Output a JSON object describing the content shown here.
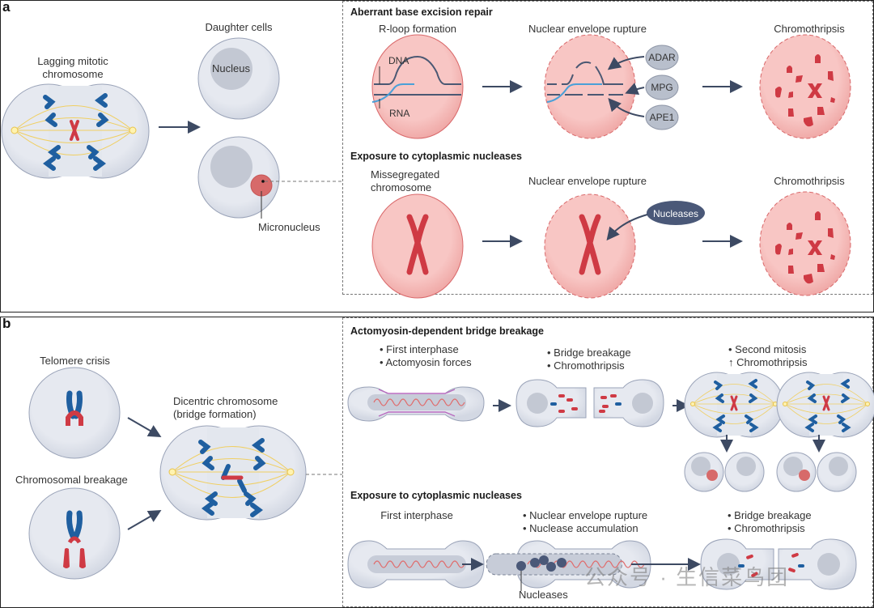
{
  "panel_a": {
    "label": "a",
    "left": {
      "lagging_label": "Lagging mitotic\nchromosome",
      "daughter_cells_label": "Daughter cells",
      "nucleus_label": "Nucleus",
      "micronucleus_label": "Micronucleus"
    },
    "aberrant_ber": {
      "title": "Aberrant base excision repair",
      "steps": [
        "R-loop formation",
        "Nuclear envelope rupture",
        "Chromothripsis"
      ],
      "dna_label": "DNA",
      "rna_label": "RNA",
      "enzymes": [
        "ADAR",
        "MPG",
        "APE1"
      ]
    },
    "cytoplasmic": {
      "title": "Exposure to cytoplasmic nucleases",
      "steps": [
        "Missegregated\nchromosome",
        "Nuclear envelope rupture",
        "Chromothripsis"
      ],
      "nucleases_label": "Nucleases"
    }
  },
  "panel_b": {
    "label": "b",
    "left": {
      "telomere_label": "Telomere crisis",
      "breakage_label": "Chromosomal breakage",
      "dicentric_label": "Dicentric chromosome\n(bridge formation)"
    },
    "actomyosin": {
      "title": "Actomyosin-dependent bridge breakage",
      "steps": [
        [
          "• First interphase",
          "• Actomyosin forces"
        ],
        [
          "• Bridge breakage",
          "• Chromothripsis"
        ],
        [
          "• Second mitosis",
          "↑ Chromothripsis"
        ]
      ]
    },
    "cytoplasmic": {
      "title": "Exposure to cytoplasmic nucleases",
      "steps": [
        [
          "First interphase"
        ],
        [
          "• Nuclear envelope rupture",
          "• Nuclease accumulation"
        ],
        [
          "• Bridge breakage",
          "• Chromothripsis"
        ]
      ],
      "nucleases_label": "Nucleases"
    }
  },
  "watermark": "公众号 · 生信菜鸟团",
  "colors": {
    "cell_fill": "#dfe3ec",
    "cell_stroke": "#9aa3b8",
    "nucleus_fill": "#b9bfcc",
    "chromosome_blue": "#1f5fa0",
    "chromosome_red": "#cf3a44",
    "pink_nucleus": "#f6b9b7",
    "pink_stroke": "#d9686a",
    "spindle": "#f0cf62",
    "arrow": "#3d4a63",
    "enzyme_fill": "#b8bfcc",
    "nuclease_fill": "#4a5878",
    "rna_blue": "#4aa0d8"
  }
}
